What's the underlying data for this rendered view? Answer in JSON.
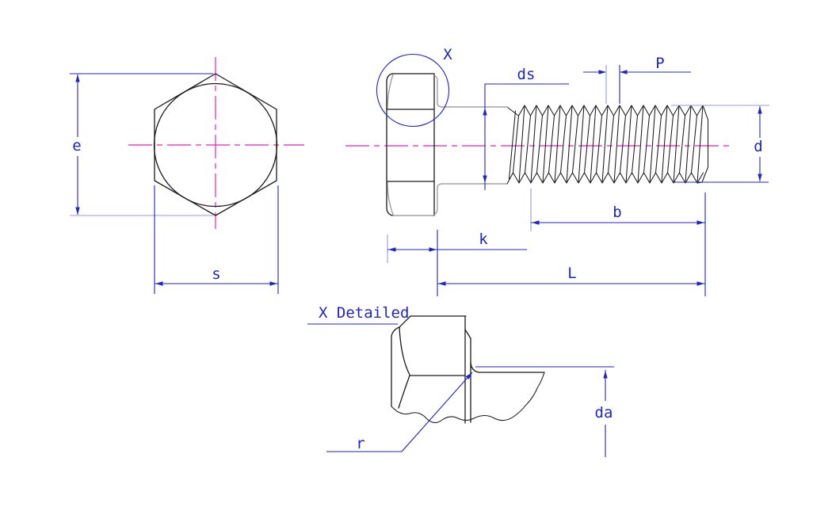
{
  "drawing": {
    "type": "engineering-drawing",
    "subject": "hex head bolt with dimension callouts",
    "views": {
      "front": {
        "description": "hex head front view with inscribed circle",
        "labels": {
          "e": "e",
          "s": "s"
        }
      },
      "side": {
        "description": "bolt side view with head, shank and threaded end",
        "labels": {
          "x": "X",
          "ds": "ds",
          "p": "P",
          "d": "d",
          "k": "k",
          "b": "b",
          "l": "L"
        }
      },
      "detail": {
        "title": "X Detailed",
        "description": "enlarged detail of under-head fillet",
        "labels": {
          "r": "r",
          "da": "da"
        }
      }
    },
    "colors": {
      "dimension": "#2123c4",
      "extension_light": "#9598e6",
      "centerline": "#e322c8",
      "outline": "#1a1a1a",
      "outline_gray": "#8f8f8f",
      "background": "#ffffff"
    }
  }
}
